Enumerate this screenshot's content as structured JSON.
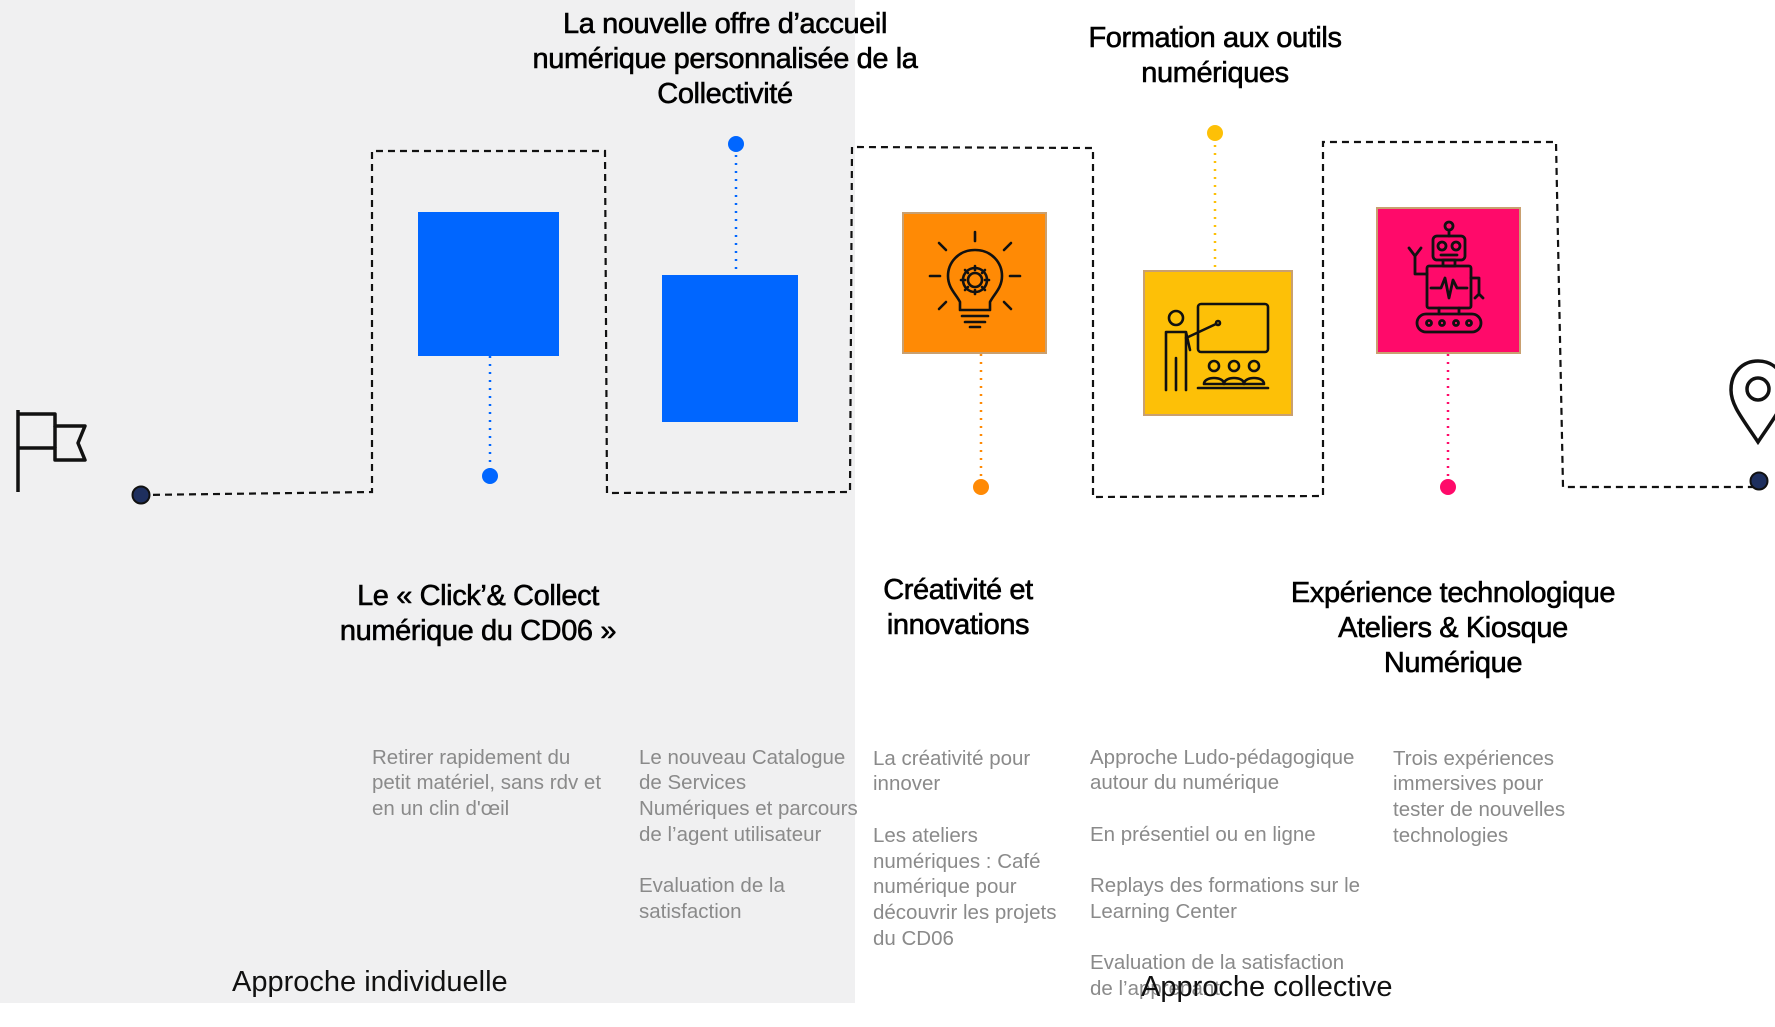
{
  "colors": {
    "blue": "#0066ff",
    "orange": "#ff8a05",
    "yellow": "#fdc007",
    "pink": "#ff0a6a",
    "navy": "#1e2f5e",
    "left_background": "#f0f0f1"
  },
  "titles": {
    "click_collect": "Le « Click’& Collect numérique du CD06 »",
    "offre": "La nouvelle offre d’accueil numérique personnalisée de la Collectivité",
    "creativite": "Créativité et innovations",
    "formation": "Formation aux outils numériques",
    "experience": "Expérience technologique Ateliers & Kiosque Numérique"
  },
  "descriptions": {
    "click_collect": [
      "Retirer rapidement du petit matériel, sans rdv et en un clin d'œil"
    ],
    "offre": [
      "Le nouveau Catalogue de Services Numériques et parcours de l’agent utilisateur",
      "Evaluation de la satisfaction"
    ],
    "creativite": [
      "La créativité pour innover",
      "Les ateliers numériques : Café numérique pour découvrir les projets du CD06"
    ],
    "formation": [
      "Approche Ludo-pédagogique autour du numérique",
      "En présentiel ou en ligne",
      "Replays des formations sur le Learning Center",
      "Evaluation de la satisfaction de l’apprenant"
    ],
    "experience": [
      "Trois expériences immersives pour tester de nouvelles technologies"
    ]
  },
  "approaches": {
    "individual": "Approche individuelle",
    "collective": "Approche collective"
  },
  "icons": {
    "start": "flag-icon",
    "end": "location-pin-icon",
    "creativite": "lightbulb-gear-icon",
    "formation": "teacher-presentation-icon",
    "experience": "robot-icon"
  }
}
